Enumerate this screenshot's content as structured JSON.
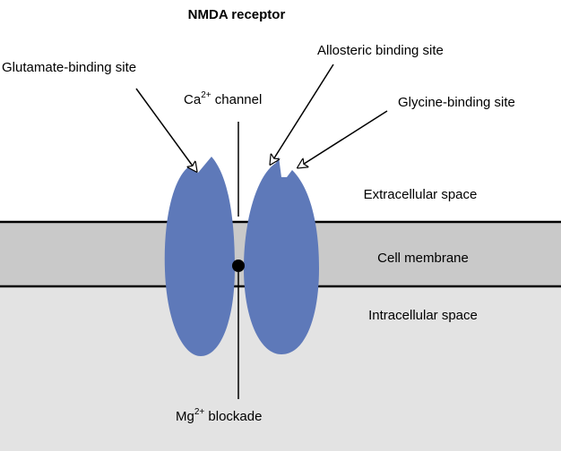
{
  "title": "NMDA receptor",
  "labels": {
    "glutamate_site": "Glutamate-binding site",
    "allosteric_site": "Allosteric binding site",
    "glycine_site": "Glycine-binding site",
    "ca_channel": {
      "prefix": "Ca",
      "sup": "2+",
      "suffix": " channel"
    },
    "mg_blockade": {
      "prefix": "Mg",
      "sup": "2+",
      "suffix": " blockade"
    }
  },
  "regions": {
    "extracellular": "Extracellular space",
    "membrane": "Cell membrane",
    "intracellular": "Intracellular space"
  },
  "colors": {
    "receptor": "#5e79b9",
    "membrane": "#c9c9c9",
    "intracellular": "#e3e3e3",
    "extracellular": "#ffffff",
    "ion": "#000000"
  }
}
